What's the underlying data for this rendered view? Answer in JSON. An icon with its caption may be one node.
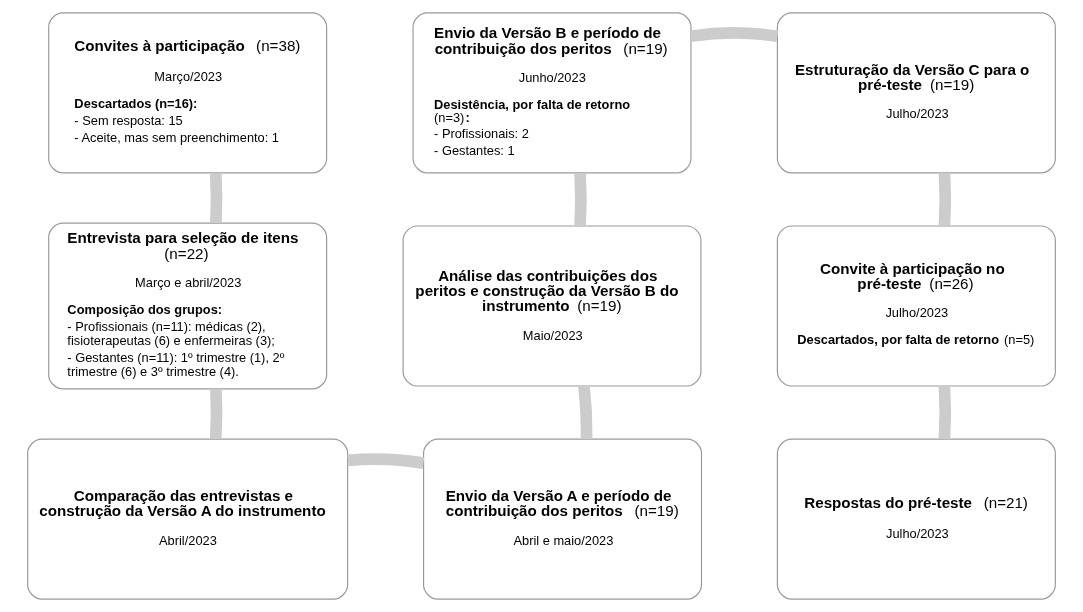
{
  "diagram": {
    "nodes": [
      {
        "text": [
          "**Convites à participação** (n=38)",
          "Março/2023",
          "Descartados (n=16):",
          "- Sem resposta: 15",
          "- Aceite, mas sem preenchimento: 1"
        ]
      },
      {
        "text": [
          "**Entrevista para seleção de itens** (n=22)",
          "Março e abril/2023",
          "Composição dos grupos:",
          "- Profissionais (n=11): médicas (2), fisioterapeutas (6) e enfermeiras (3);",
          "- Gestantes (n=11): 1º trimestre (1), 2º trimestre (6) e 3º trimestre (4)."
        ]
      },
      {
        "text": [
          "Comparação das entrevistas e construção da Versão A do instrumento",
          "Abril/2023"
        ]
      },
      {
        "text": [
          "**Envio da Versão A e período de contribuição dos peritos** (n=19)",
          "Abril e maio/2023"
        ]
      },
      {
        "text": [
          "**Análise das contribuições dos peritos e construção da Versão B do instrumento** (n=19)",
          "Maio/2023"
        ]
      },
      {
        "text": [
          "**Envio da Versão B e período de contribuição dos peritos** (n=19)",
          "Junho/2023",
          "**Desistência, por falta de retorno** (n=3)**:**",
          "- Profissionais: 2",
          "- Gestantes: 1"
        ]
      },
      {
        "text": [
          "**Estruturação da Versão C para o pré-teste** (n=19)",
          "Julho/2023"
        ]
      },
      {
        "text": [
          "**Convite à participação no pré-teste** (n=26)",
          "Julho/2023",
          "**Descartados, por falta de retorno** (n=5)"
        ]
      },
      {
        "text": [
          "**Respostas do pré-teste** (n=21)",
          "Julho/2023"
        ]
      }
    ],
    "edges": [
      {
        "from": 0,
        "to": 1,
        "arrow": "none"
      },
      {
        "from": 1,
        "to": 2,
        "arrow": "none"
      },
      {
        "from": 2,
        "to": 3,
        "arrow": "none"
      },
      {
        "from": 3,
        "to": 4,
        "arrow": "none"
      },
      {
        "from": 4,
        "to": 5,
        "arrow": "none"
      },
      {
        "from": 5,
        "to": 6,
        "arrow": "none"
      },
      {
        "from": 6,
        "to": 7,
        "arrow": "none"
      },
      {
        "from": 7,
        "to": 8,
        "arrow": "none"
      }
    ]
  }
}
